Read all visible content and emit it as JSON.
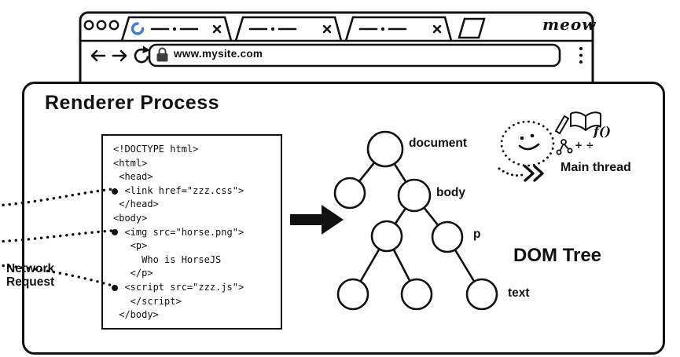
{
  "browser": {
    "brand": "meow",
    "url": "www.mysite.com"
  },
  "renderer": {
    "title": "Renderer Process",
    "dom_tree_label": "DOM Tree",
    "main_thread_label": "Main thread",
    "network_line1": "Network",
    "network_line2": "Request",
    "math_symbols": "+ ÷",
    "function_label": "f()"
  },
  "tree": {
    "labels": {
      "document": "document",
      "body": "body",
      "p": "p",
      "text": "text"
    }
  },
  "code": {
    "lines": [
      {
        "bullet": false,
        "text": "<!DOCTYPE html>"
      },
      {
        "bullet": false,
        "text": "<html>"
      },
      {
        "bullet": false,
        "text": " <head>"
      },
      {
        "bullet": true,
        "text": "  <link href=\"zzz.css\">"
      },
      {
        "bullet": false,
        "text": " </head>"
      },
      {
        "bullet": false,
        "text": "<body>"
      },
      {
        "bullet": true,
        "text": "  <img src=\"horse.png\">"
      },
      {
        "bullet": false,
        "text": "   <p>"
      },
      {
        "bullet": false,
        "text": "     Who is HorseJS"
      },
      {
        "bullet": false,
        "text": "   </p>"
      },
      {
        "bullet": true,
        "text": "  <script src=\"zzz.js\">"
      },
      {
        "bullet": false,
        "text": "   </script>"
      },
      {
        "bullet": false,
        "text": " </body>"
      }
    ]
  }
}
